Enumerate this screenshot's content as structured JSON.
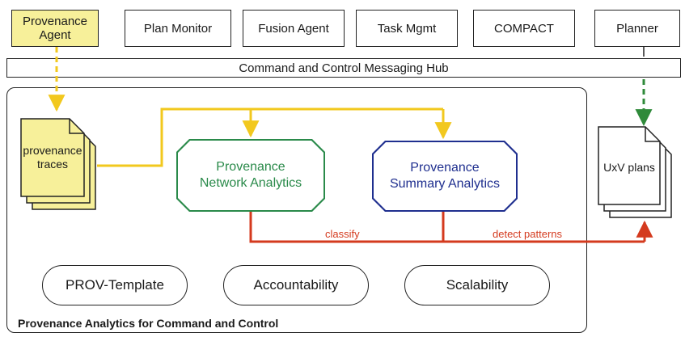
{
  "agents": {
    "provenance_agent": [
      "Provenance",
      "Agent"
    ],
    "plan_monitor": "Plan Monitor",
    "fusion_agent": "Fusion Agent",
    "task_mgmt": "Task Mgmt",
    "compact": "COMPACT",
    "planner": "Planner"
  },
  "hub": "Command and Control Messaging Hub",
  "traces": [
    "provenance",
    "traces"
  ],
  "plans": "UxV plans",
  "analytics": {
    "network": [
      "Provenance",
      "Network Analytics"
    ],
    "summary": [
      "Provenance",
      "Summary Analytics"
    ]
  },
  "edges": {
    "classify": "classify",
    "detect": "detect patterns"
  },
  "pills": {
    "prov_template": "PROV-Template",
    "accountability": "Accountability",
    "scalability": "Scalability"
  },
  "frame_title": "Provenance Analytics for Command and Control",
  "colors": {
    "provenance_fill": "#f7f09a",
    "provenance_flow": "#f2c81e",
    "network": "#2a8a4a",
    "summary": "#1f2f8f",
    "output_flow": "#d43a1e",
    "planner_flow": "#2f8a3a"
  }
}
